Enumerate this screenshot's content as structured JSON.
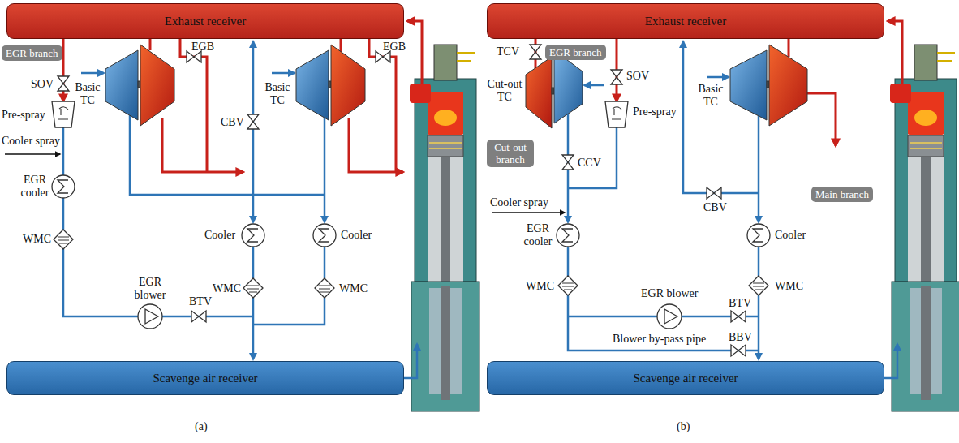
{
  "diagram": {
    "nodes": [
      {
        "text": [
          "Exhaust receiver"
        ]
      },
      {
        "text": [
          "EGR branch"
        ]
      },
      {
        "text": [
          "Scavenge air receiver"
        ]
      },
      {
        "text": [
          "Exhaust receiver"
        ]
      },
      {
        "text": [
          "EGR branch"
        ]
      },
      {
        "text": [
          "Cut-out branch"
        ]
      },
      {
        "text": [
          "Main branch"
        ]
      },
      {
        "text": [
          "Scavenge air receiver"
        ]
      }
    ],
    "labels": [
      "SOV",
      "Basic TC",
      "EGB",
      "CBV",
      "Basic TC",
      "EGB",
      "Pre-spray",
      "Cooler spray",
      "EGR cooler",
      "Cooler",
      "Cooler",
      "WMC",
      "WMC",
      "WMC",
      "EGR blower",
      "BTV",
      "(a)",
      "TCV",
      "SOV",
      "Cut-out TC",
      "Pre-spray",
      "Basic TC",
      "CCV",
      "Cooler spray",
      "CBV",
      "EGR cooler",
      "Cooler",
      "WMC",
      "WMC",
      "EGR blower",
      "BTV",
      "Blower by-pass pipe",
      "BBV",
      "(b)"
    ]
  }
}
